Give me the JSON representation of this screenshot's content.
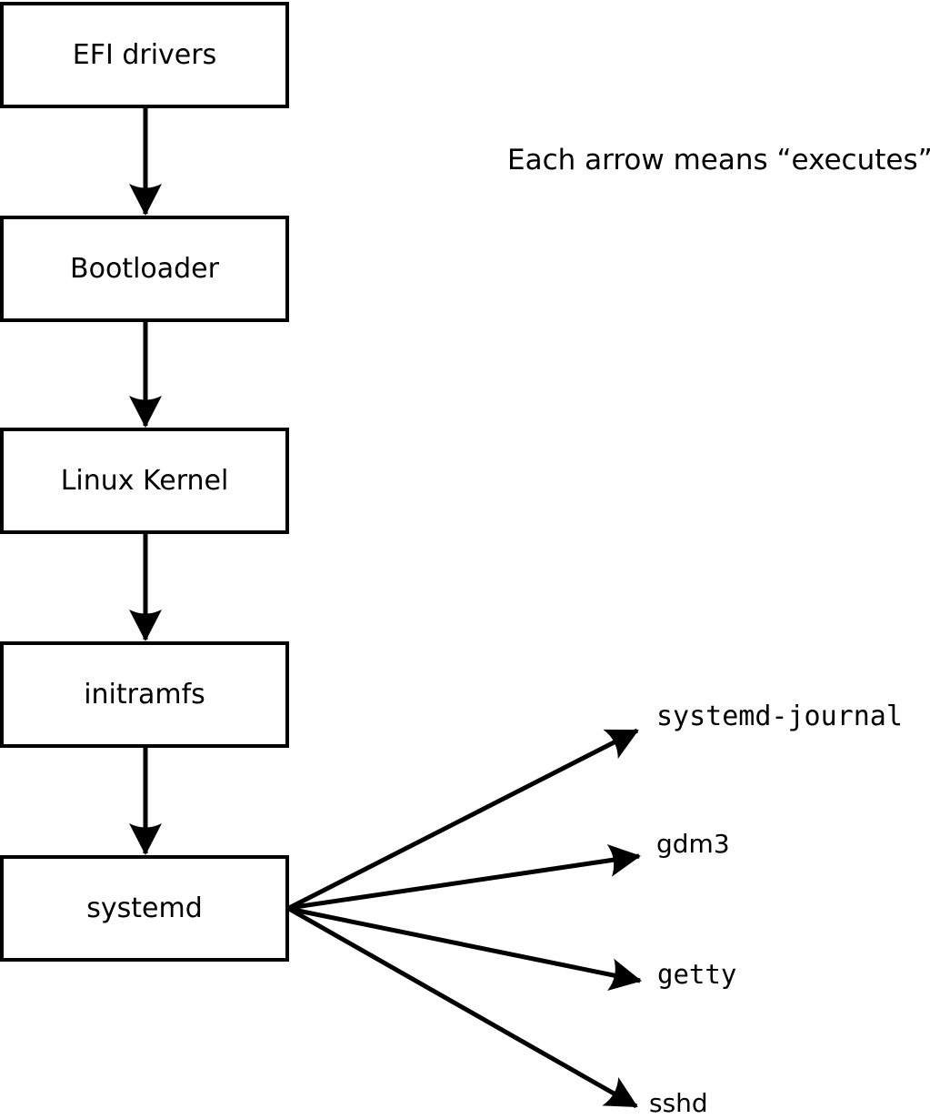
{
  "annotation": {
    "text": "Each arrow means “executes”."
  },
  "colors": {
    "line": "#000000",
    "background": "#ffffff",
    "node_fill": "#ffffff",
    "text": "#000000"
  },
  "boot_chain": [
    {
      "label": "EFI drivers"
    },
    {
      "label": "Bootloader"
    },
    {
      "label": "Linux Kernel"
    },
    {
      "label": "initramfs"
    },
    {
      "label": "systemd"
    }
  ],
  "spawned_processes": [
    {
      "label": "systemd-journal"
    },
    {
      "label": "gdm3"
    },
    {
      "label": "getty"
    },
    {
      "label": "sshd"
    }
  ]
}
